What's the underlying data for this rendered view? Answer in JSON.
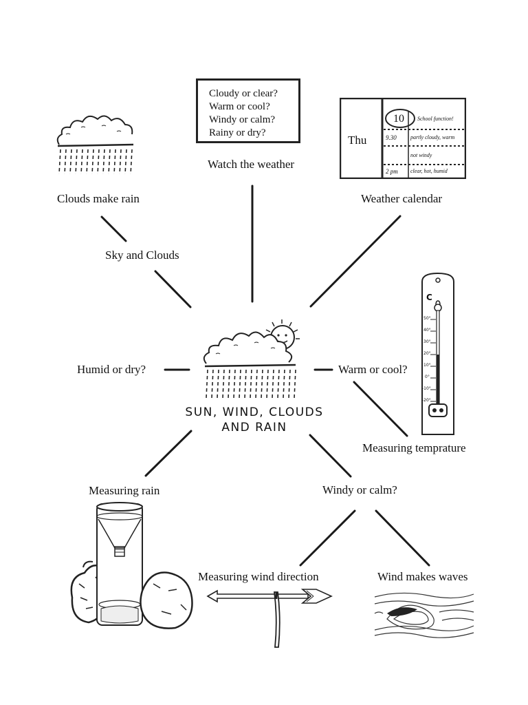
{
  "center": {
    "title_line1": "Sun, Wind, Clouds",
    "title_line2": "and Rain"
  },
  "questions_box": {
    "lines": [
      "Cloudy or clear?",
      "Warm or cool?",
      "Windy or calm?",
      "Rainy or dry?"
    ]
  },
  "labels": {
    "watch_weather": "Watch the weather",
    "weather_calendar": "Weather calendar",
    "clouds_make_rain": "Clouds make rain",
    "sky_and_clouds": "Sky and Clouds",
    "humid_or_dry": "Humid or dry?",
    "warm_or_cool": "Warm or cool?",
    "measuring_temperature": "Measuring temprature",
    "measuring_rain": "Measuring rain",
    "windy_or_calm": "Windy or calm?",
    "measuring_wind_direction": "Measuring wind direction",
    "wind_makes_waves": "Wind makes waves"
  },
  "calendar": {
    "day": "Thu",
    "date": "10",
    "entries": [
      "School function!",
      "9.30",
      "partly cloudy, warm",
      "not windy",
      "2 pm",
      "clear, hot, humid"
    ]
  },
  "thermometer": {
    "unit": "C",
    "ticks": [
      "50°",
      "40°",
      "30°",
      "20°",
      "10°",
      "0°",
      "-10°",
      "-20°"
    ]
  }
}
